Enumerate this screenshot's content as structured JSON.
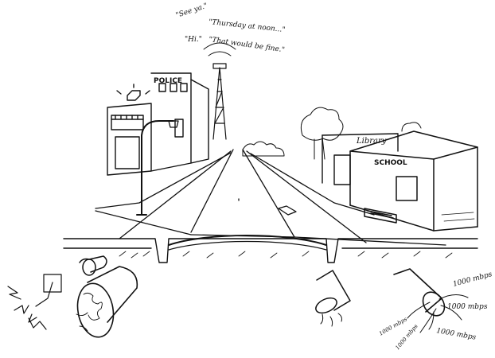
{
  "speech": {
    "see_ya": "\"See ya.\"",
    "thursday": "\"Thursday at noon...\"",
    "hi": "\"Hi.\"",
    "that_would_be_fine": "\"That would be fine.\""
  },
  "signs": {
    "police": "POLICE",
    "library": "Library",
    "school": "SCHOOL"
  },
  "bandwidth_labels": {
    "a": "1000 mbps",
    "b": "1000 mbps",
    "c": "1000 mbps",
    "d": "1000 mbps",
    "e": "1000 mbps"
  }
}
